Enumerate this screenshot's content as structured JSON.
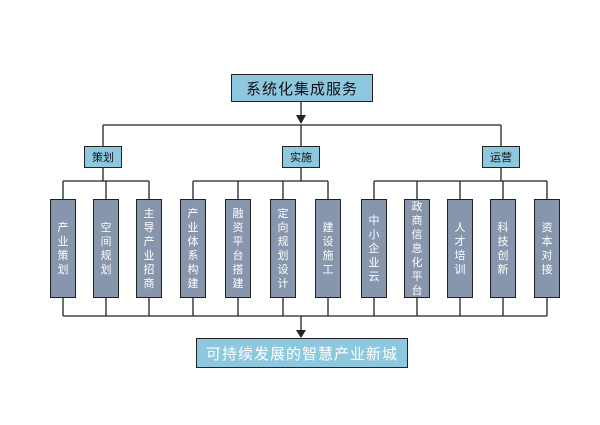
{
  "root": "系统化集成服务",
  "groups": [
    {
      "label": "策划",
      "items": [
        "产业策划",
        "空间规划",
        "主导产业招商"
      ]
    },
    {
      "label": "实施",
      "items": [
        "产业体系构建",
        "融资平台搭建",
        "定向规划设计",
        "建设施工"
      ]
    },
    {
      "label": "运营",
      "items": [
        "中小企业云",
        "政商信息化平台",
        "人才培训",
        "科技创新",
        "资本对接"
      ]
    }
  ],
  "outcome": "可持续发展的智慧产业新城",
  "colors": {
    "header_fill": "#8ec8de",
    "leaf_fill": "#8796ac",
    "line": "#222222"
  }
}
